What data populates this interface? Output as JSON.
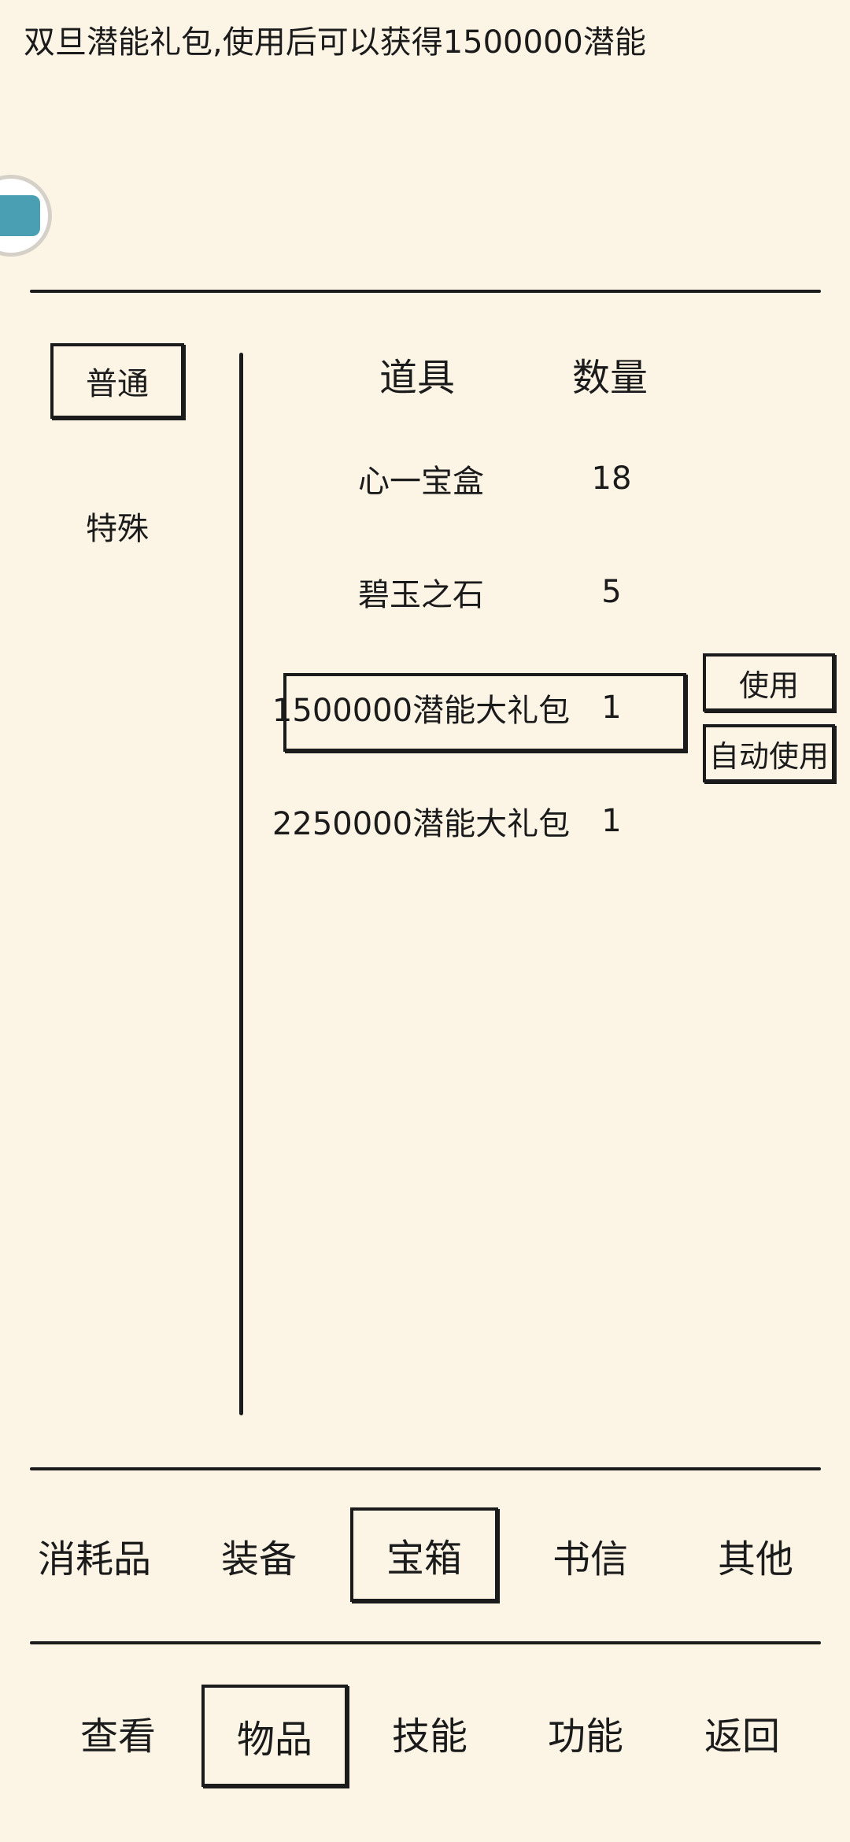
{
  "description": "双旦潜能礼包,使用后可以获得1500000潜能",
  "categories": [
    "普通",
    "特殊"
  ],
  "table": {
    "headers": {
      "item": "道具",
      "quantity": "数量"
    },
    "rows": [
      {
        "name": "心一宝盒",
        "qty": "18"
      },
      {
        "name": "碧玉之石",
        "qty": "5"
      },
      {
        "name": "1500000潜能大礼包",
        "qty": "1"
      },
      {
        "name": "2250000潜能大礼包",
        "qty": "1"
      }
    ]
  },
  "actions": {
    "use": "使用",
    "auto_use": "自动使用"
  },
  "subtabs": [
    "消耗品",
    "装备",
    "宝箱",
    "书信",
    "其他"
  ],
  "nav": [
    "查看",
    "物品",
    "技能",
    "功能",
    "返回"
  ]
}
